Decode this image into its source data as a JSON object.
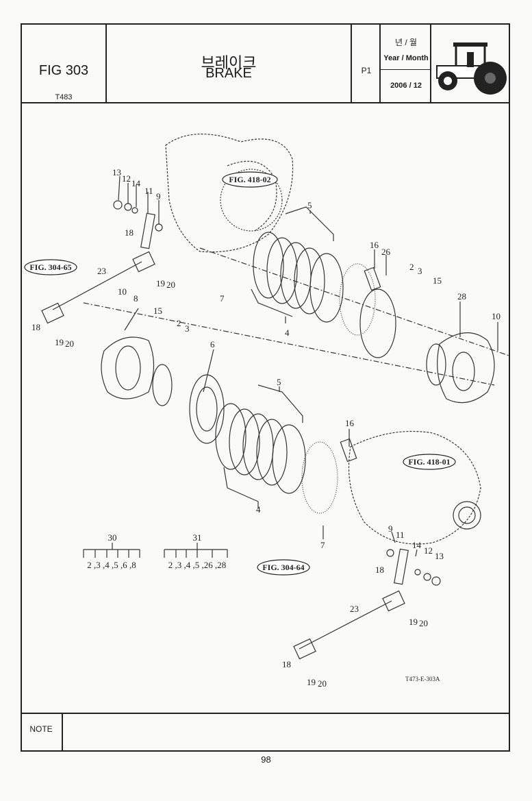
{
  "header": {
    "fig": "FIG 303",
    "fig_code": "T483",
    "title_ko": "브레이크",
    "title_en": "BRAKE",
    "page": "P1",
    "date_label_ko": "년 / 월",
    "date_label_en": "Year / Month",
    "date": "2006 / 12"
  },
  "diagram": {
    "code": "T473-E-303A",
    "fig_refs": [
      "FIG. 418-02",
      "FIG. 304-65",
      "FIG. 418-01",
      "FIG. 304-64"
    ],
    "labels": [
      "13",
      "12",
      "14",
      "11",
      "9",
      "18",
      "23",
      "19",
      "20",
      "18",
      "19",
      "20",
      "10",
      "8",
      "7",
      "5",
      "16",
      "26",
      "2",
      "3",
      "15",
      "28",
      "10",
      "4",
      "15",
      "2",
      "3",
      "6",
      "5",
      "16",
      "4",
      "9",
      "11",
      "14",
      "12",
      "13",
      "7",
      "18",
      "23",
      "19",
      "20",
      "18",
      "19",
      "20"
    ],
    "groups": [
      {
        "number": "30",
        "parts": "2 ,3 ,4 ,5 ,6 ,8"
      },
      {
        "number": "31",
        "parts": "2 ,3 ,4 ,5 ,26 ,28"
      }
    ]
  },
  "footer": {
    "note_label": "NOTE",
    "page_number": "98"
  }
}
